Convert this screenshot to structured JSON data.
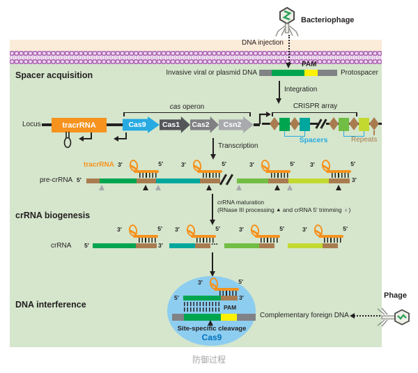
{
  "top": {
    "bacteriophage": "Bacteriophage",
    "dna_injection": "DNA injection"
  },
  "spacer_acquisition": {
    "heading": "Spacer acquisition",
    "invasive_dna_label": "Invasive viral or plasmid DNA",
    "pam": "PAM",
    "protospacer": "Protospacer",
    "integration": "Integration",
    "locus": "Locus",
    "tracrRNA_gene": "tracrRNA",
    "cas_operon_italic": "cas",
    "cas_operon_rest": " operon",
    "genes": [
      "Cas9",
      "Cas1",
      "Cas2",
      "Csn2"
    ],
    "crispr_array": "CRISPR array",
    "spacers": "Spacers",
    "repeats": "Repeats",
    "transcription": "Transcription"
  },
  "pre_crrna": {
    "tracrRNA_label": "tracrRNA",
    "label": "pre-crRNA"
  },
  "primes": {
    "five": "5′",
    "three": "3′"
  },
  "maturation": {
    "line1": "crRNA maturation",
    "line2_open": "(RNase III processing ",
    "tri_black": "▲",
    "line2_mid": " and crRNA 5′ trimming ",
    "tri_gray": "▲",
    "line2_close": ")"
  },
  "crrna_biogenesis": {
    "heading": "crRNA biogenesis",
    "crrna_label": "crRNA",
    "ellipsis": "..."
  },
  "dna_interference": {
    "heading": "DNA interference",
    "pam": "PAM",
    "site_specific_cleavage": "Site-specific cleavage",
    "cas9": "Cas9",
    "complementary_dna": "Complementary foreign DNA",
    "phage": "Phage"
  },
  "caption": "防御过程",
  "colors": {
    "background_green": "#D5E6CC",
    "background_cream": "#FBEBD9",
    "membrane_purple": "#B06CB5",
    "tracrRNA_orange": "#F6921E",
    "cas9_arrow_blue": "#27AAE1",
    "cas1_gray": "#55565A",
    "cas2_gray": "#808083",
    "csn2_gray": "#A8AAAD",
    "spacer_green": "#00A550",
    "spacer_teal": "#00A79D",
    "spacer_green2": "#72BE44",
    "spacer_yellowgreen": "#C3D930",
    "repeat_brown": "#A97C50",
    "pam_yellow": "#FFF100",
    "dna_gray": "#808285",
    "cas9_bubble_blue": "#8DCDF0",
    "cas9_text_blue": "#0071BB"
  }
}
